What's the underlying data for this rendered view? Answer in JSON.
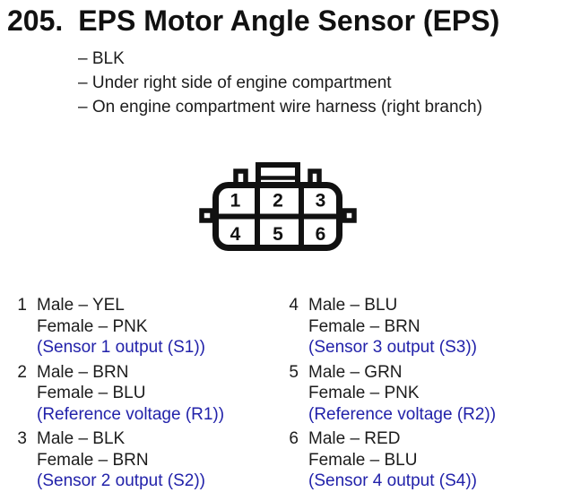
{
  "colors": {
    "text": "#1c1c1c",
    "diagram_line": "#111111",
    "signal": "#2222aa",
    "background": "#ffffff"
  },
  "header": {
    "number": "205.",
    "title": "EPS Motor Angle Sensor (EPS)"
  },
  "location_notes": [
    "– BLK",
    "– Under right side of engine compartment",
    "– On engine compartment wire harness (right branch)"
  ],
  "connector": {
    "pin_numbers": [
      "1",
      "2",
      "3",
      "4",
      "5",
      "6"
    ]
  },
  "pins": [
    {
      "number": "1",
      "male": "Male – YEL",
      "female": "Female – PNK",
      "signal": "(Sensor 1 output (S1))"
    },
    {
      "number": "2",
      "male": "Male – BRN",
      "female": "Female – BLU",
      "signal": "(Reference voltage (R1))"
    },
    {
      "number": "3",
      "male": "Male – BLK",
      "female": "Female – BRN",
      "signal": "(Sensor 2 output (S2))"
    },
    {
      "number": "4",
      "male": "Male – BLU",
      "female": "Female – BRN",
      "signal": "(Sensor 3 output (S3))"
    },
    {
      "number": "5",
      "male": "Male – GRN",
      "female": "Female – PNK",
      "signal": "(Reference voltage (R2))"
    },
    {
      "number": "6",
      "male": "Male – RED",
      "female": "Female – BLU",
      "signal": "(Sensor 4 output (S4))"
    }
  ]
}
